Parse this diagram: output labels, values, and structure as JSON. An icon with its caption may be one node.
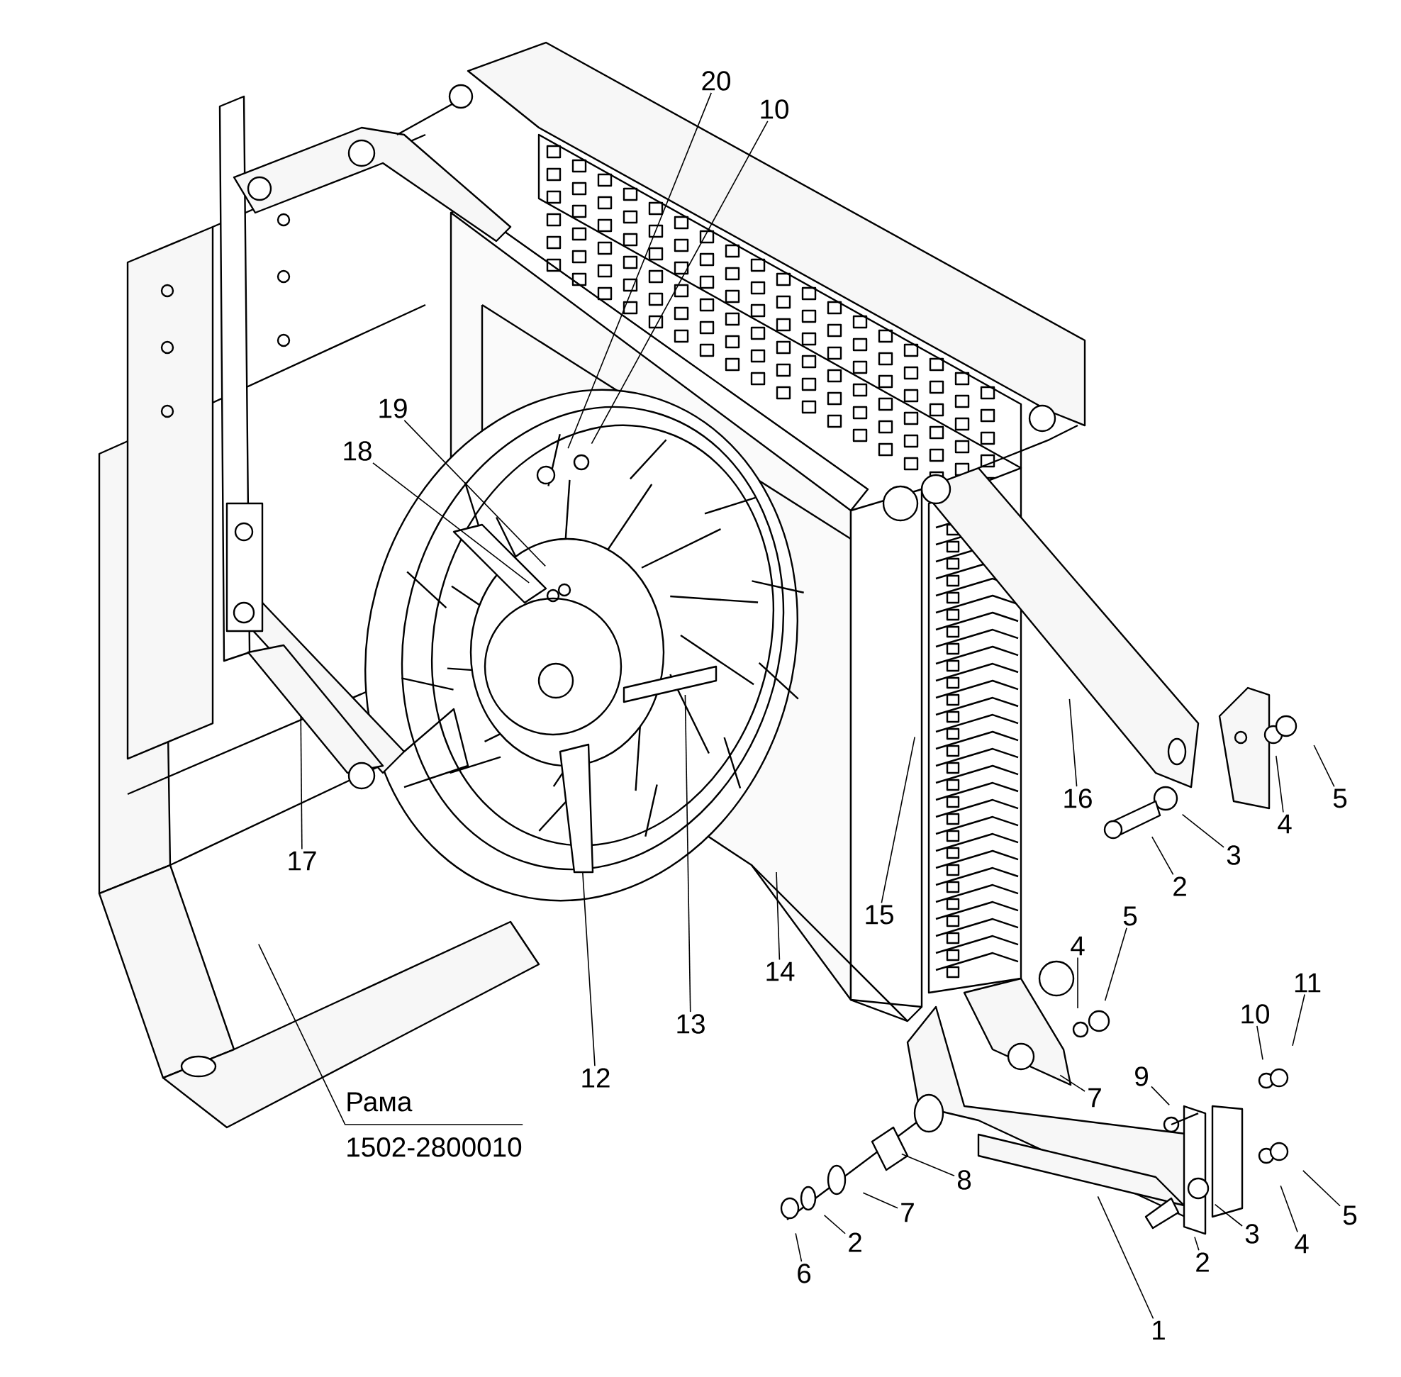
{
  "diagram": {
    "nodes": [
      {
        "text": [
          "20"
        ]
      },
      {
        "text": [
          "10"
        ]
      },
      {
        "text": [
          "19"
        ]
      },
      {
        "text": [
          "18"
        ]
      },
      {
        "text": [
          "5"
        ]
      },
      {
        "text": [
          "16"
        ]
      },
      {
        "text": [
          "4"
        ]
      },
      {
        "text": [
          "3"
        ]
      },
      {
        "text": [
          "2"
        ]
      },
      {
        "text": [
          "17"
        ]
      },
      {
        "text": [
          "15"
        ]
      },
      {
        "text": [
          "5"
        ]
      },
      {
        "text": [
          "4"
        ]
      },
      {
        "text": [
          "14"
        ]
      },
      {
        "text": [
          "11"
        ]
      },
      {
        "text": [
          "10"
        ]
      },
      {
        "text": [
          "13"
        ]
      },
      {
        "text": [
          "9"
        ]
      },
      {
        "text": [
          "12"
        ]
      },
      {
        "text": [
          "7"
        ]
      },
      {
        "text": [
          "8"
        ]
      },
      {
        "text": [
          "7"
        ]
      },
      {
        "text": [
          "5"
        ]
      },
      {
        "text": [
          "3"
        ]
      },
      {
        "text": [
          "4"
        ]
      },
      {
        "text": [
          "2"
        ]
      },
      {
        "text": [
          "2"
        ]
      },
      {
        "text": [
          "6"
        ]
      },
      {
        "text": [
          "1"
        ]
      },
      {
        "text": [
          "Рама",
          "1502-2800010"
        ]
      }
    ],
    "edges": [
      {
        "from": 0,
        "to": null,
        "arrow": "none"
      },
      {
        "from": 1,
        "to": null,
        "arrow": "none"
      },
      {
        "from": 2,
        "to": null,
        "arrow": "none"
      },
      {
        "from": 3,
        "to": null,
        "arrow": "none"
      },
      {
        "from": 4,
        "to": null,
        "arrow": "none"
      },
      {
        "from": 5,
        "to": null,
        "arrow": "none"
      },
      {
        "from": 6,
        "to": null,
        "arrow": "none"
      },
      {
        "from": 7,
        "to": null,
        "arrow": "none"
      },
      {
        "from": 8,
        "to": null,
        "arrow": "none"
      },
      {
        "from": 9,
        "to": null,
        "arrow": "none"
      },
      {
        "from": 10,
        "to": null,
        "arrow": "none"
      },
      {
        "from": 11,
        "to": null,
        "arrow": "none"
      },
      {
        "from": 12,
        "to": null,
        "arrow": "none"
      },
      {
        "from": 13,
        "to": null,
        "arrow": "none"
      },
      {
        "from": 14,
        "to": null,
        "arrow": "none"
      },
      {
        "from": 15,
        "to": null,
        "arrow": "none"
      },
      {
        "from": 16,
        "to": null,
        "arrow": "none"
      },
      {
        "from": 17,
        "to": null,
        "arrow": "none"
      },
      {
        "from": 18,
        "to": null,
        "arrow": "none"
      },
      {
        "from": 19,
        "to": null,
        "arrow": "none"
      },
      {
        "from": 20,
        "to": null,
        "arrow": "none"
      },
      {
        "from": 21,
        "to": null,
        "arrow": "none"
      },
      {
        "from": 22,
        "to": null,
        "arrow": "none"
      },
      {
        "from": 23,
        "to": null,
        "arrow": "none"
      },
      {
        "from": 24,
        "to": null,
        "arrow": "none"
      },
      {
        "from": 25,
        "to": null,
        "arrow": "none"
      },
      {
        "from": 26,
        "to": null,
        "arrow": "none"
      },
      {
        "from": 27,
        "to": null,
        "arrow": "none"
      },
      {
        "from": 28,
        "to": null,
        "arrow": "none"
      },
      {
        "from": 29,
        "to": null,
        "arrow": "none"
      }
    ]
  }
}
